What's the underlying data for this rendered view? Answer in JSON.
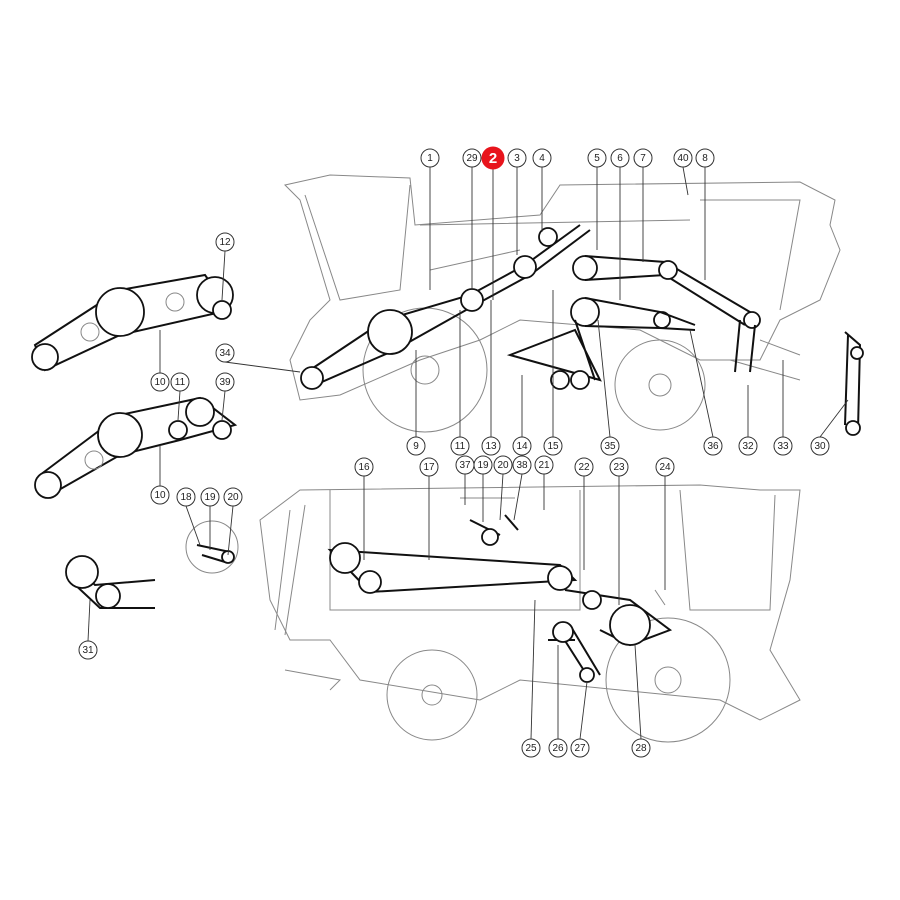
{
  "diagram": {
    "highlight_color": "#e8141c",
    "callouts": [
      "1",
      "29",
      "2",
      "3",
      "4",
      "5",
      "6",
      "7",
      "40",
      "8",
      "12",
      "34",
      "10",
      "11",
      "39",
      "9",
      "11",
      "13",
      "14",
      "15",
      "35",
      "36",
      "32",
      "33",
      "30",
      "10",
      "18",
      "19",
      "20",
      "16",
      "17",
      "37",
      "19",
      "20",
      "38",
      "21",
      "22",
      "23",
      "24",
      "31",
      "25",
      "26",
      "27",
      "28"
    ],
    "highlighted_callout": "2"
  }
}
